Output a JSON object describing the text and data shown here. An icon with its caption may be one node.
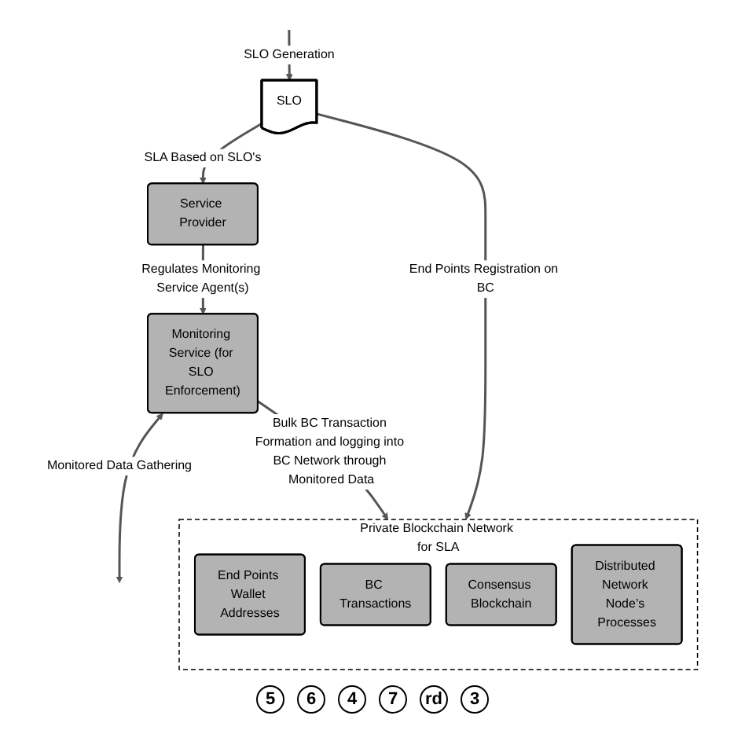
{
  "diagram": {
    "nodes": [
      {
        "text": [
          "Service Provider"
        ]
      },
      {
        "text": [
          "Monitoring Service (for SLO Enforcement)"
        ]
      },
      {
        "text": [
          "SLO"
        ]
      },
      {
        "text": [
          "Private Blockchain Network for SLA"
        ]
      },
      {
        "text": [
          "End Points Wallet Addresses"
        ],
        "in": 3
      },
      {
        "text": [
          "BC Transactions"
        ],
        "in": 3
      },
      {
        "text": [
          "Consensus Blockchain"
        ],
        "in": 3
      },
      {
        "text": [
          "Distributed Network Node’s Processes"
        ],
        "in": 3
      }
    ],
    "edges": [
      {
        "from": 0,
        "to": 1,
        "arrow": "to",
        "label": "Regulates Monitoring Service Agent(s)"
      },
      {
        "from": 1,
        "to": null,
        "arrow": "both",
        "label": "Monitored Data Gathering"
      },
      {
        "from": 1,
        "to": 3,
        "arrow": "to",
        "label": "Bulk BC Transaction Formation and logging into BC Network through Monitored Data"
      },
      {
        "from": 2,
        "to": 0,
        "arrow": "to",
        "label": "SLA Based on SLO's"
      },
      {
        "from": 2,
        "to": 3,
        "arrow": "to",
        "label": "End Points Registration on BC"
      },
      {
        "from": null,
        "to": 2,
        "arrow": "to",
        "label": "SLO Generation"
      }
    ],
    "labels": [
      "5",
      "6",
      "4",
      "7",
      "rd",
      "3"
    ]
  }
}
